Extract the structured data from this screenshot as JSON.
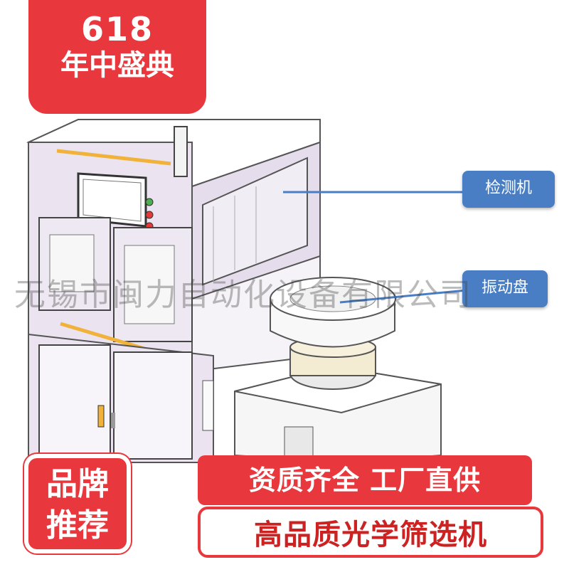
{
  "promo_badge": {
    "line1": "618",
    "line2": "年中盛典"
  },
  "callouts": {
    "inspection": "检测机",
    "vibratory": "振动盘"
  },
  "watermark": "无锡市闽力自动化设备有限公司",
  "banners": {
    "brand": "品牌推荐",
    "brand_line1": "品牌",
    "brand_line2": "推荐",
    "qualification": "资质齐全 工厂直供",
    "product": "高品质光学筛选机"
  },
  "colors": {
    "promo_red": "#e8383d",
    "callout_blue": "#4a7ec4",
    "machine_panel": "#ebe4f0"
  }
}
